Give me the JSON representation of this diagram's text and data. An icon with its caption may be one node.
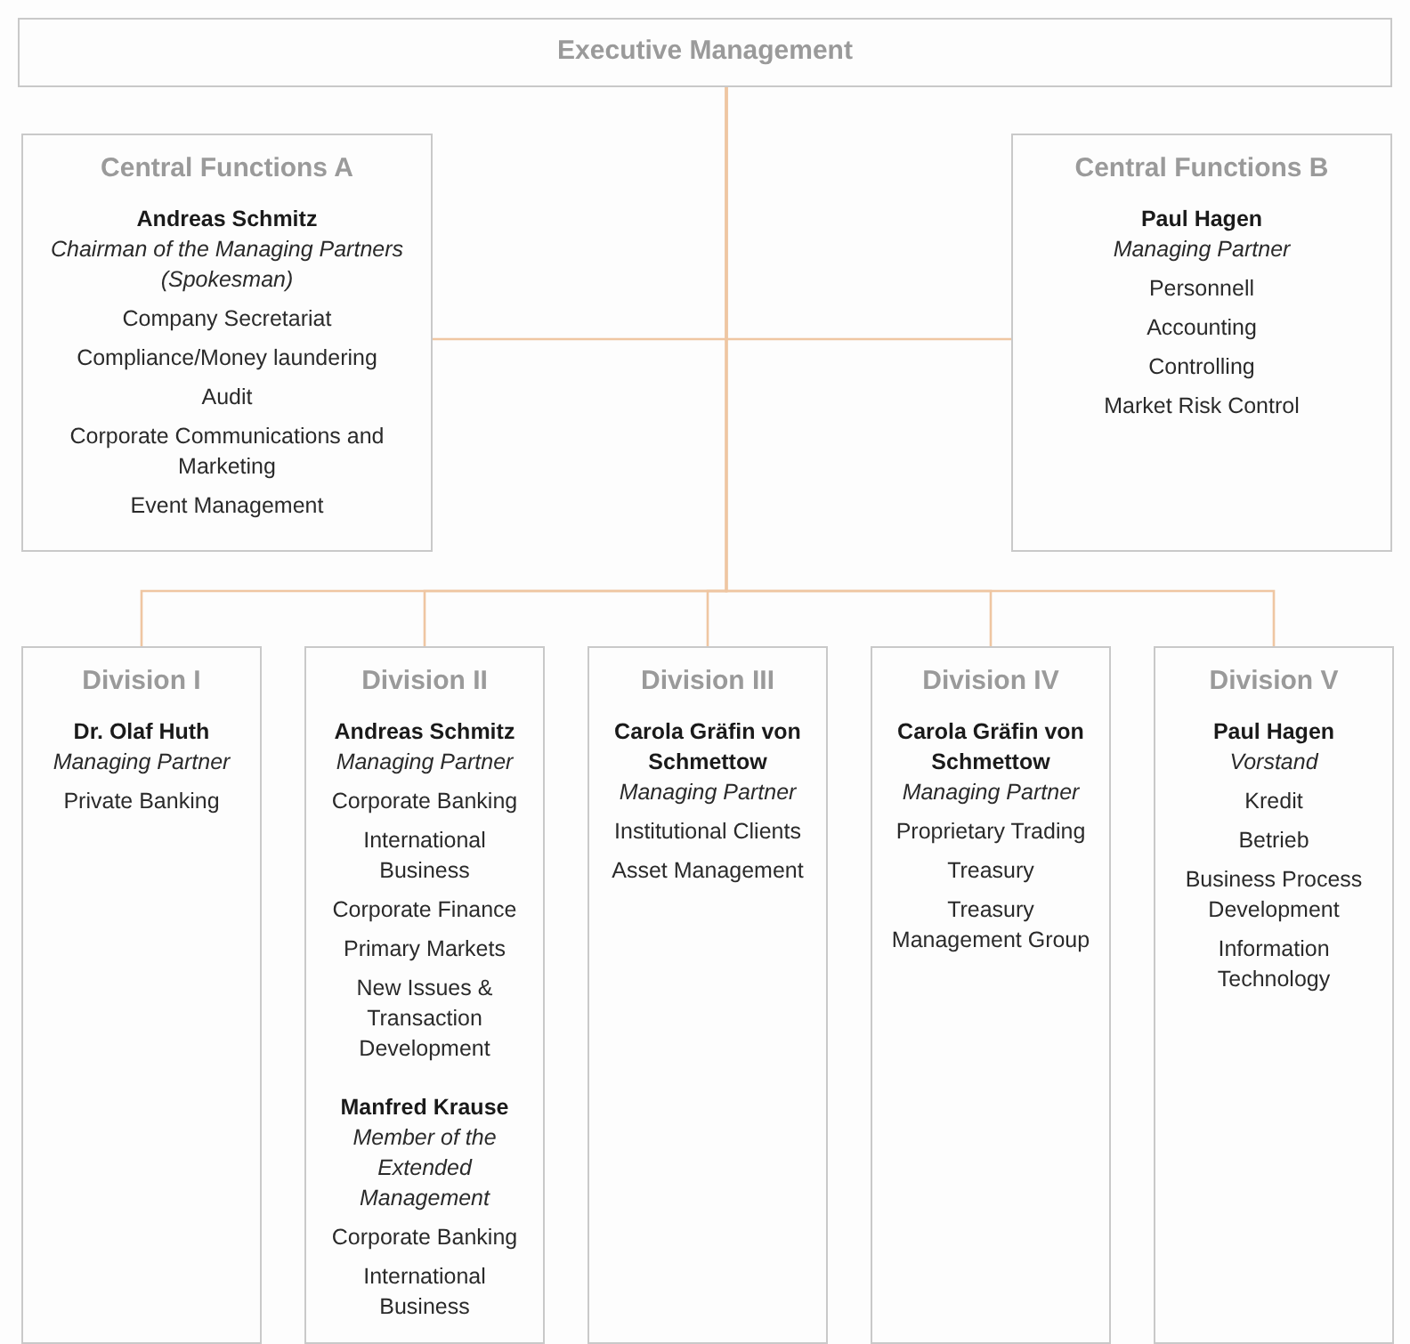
{
  "diagram": {
    "nodes": [
      {
        "text": [
          "Executive Management"
        ]
      },
      {
        "text": [
          "Central Functions A",
          "Andreas Schmitz",
          "Chairman of the Managing Partners (Spokesman)",
          "Company Secretariat",
          "Compliance/Money laundering",
          "Audit",
          "Corporate Communications and Marketing",
          "Event Management"
        ]
      },
      {
        "text": [
          "Central Functions B",
          "Paul Hagen",
          "Managing Partner",
          "Personnell",
          "Accounting",
          "Controlling",
          "Market Risk Control"
        ]
      },
      {
        "text": [
          "Division I",
          "Dr. Olaf Huth",
          "Managing Partner",
          "Private Banking"
        ]
      },
      {
        "text": [
          "Division II",
          "Andreas Schmitz",
          "Managing Partner",
          "Corporate Banking",
          "International Business",
          "Corporate Finance",
          "Primary Markets",
          "New Issues & Transaction Development",
          "Manfred Krause",
          "Member of the Extended Management",
          "Corporate Banking",
          "International Business"
        ]
      },
      {
        "text": [
          "Division III",
          "Carola Gräfin von Schmettow",
          "Managing Partner",
          "Institutional Clients",
          "Asset Management"
        ]
      },
      {
        "text": [
          "Division IV",
          "Carola Gräfin von Schmettow",
          "Managing Partner",
          "Proprietary Trading",
          "Treasury",
          "Treasury Management Group"
        ]
      },
      {
        "text": [
          "Division V",
          "Paul Hagen",
          "Vorstand",
          "Kredit",
          "Betrieb",
          "Business Process Development",
          "Information Technology"
        ]
      }
    ],
    "edges": [
      {
        "from": 0,
        "to": 1,
        "arrow": "none"
      },
      {
        "from": 0,
        "to": 2,
        "arrow": "none"
      },
      {
        "from": 0,
        "to": 3,
        "arrow": "none"
      },
      {
        "from": 0,
        "to": 4,
        "arrow": "none"
      },
      {
        "from": 0,
        "to": 5,
        "arrow": "none"
      },
      {
        "from": 0,
        "to": 6,
        "arrow": "none"
      },
      {
        "from": 0,
        "to": 7,
        "arrow": "none"
      }
    ]
  }
}
